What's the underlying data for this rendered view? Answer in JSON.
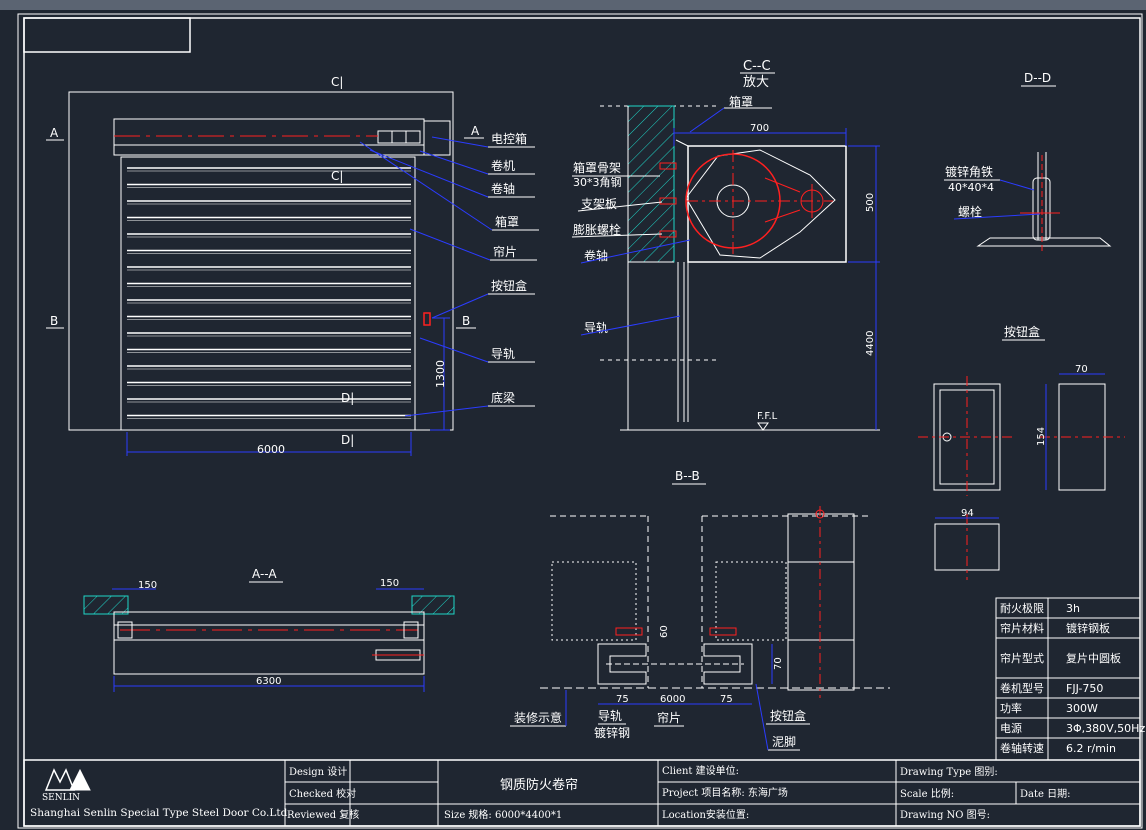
{
  "front": {
    "section_c": "C|",
    "section_c2": "C|",
    "section_d": "D|",
    "section_d2": "D|",
    "mark_a": "A",
    "mark_a2": "A",
    "mark_b": "B",
    "mark_b2": "B",
    "dim_width": "6000",
    "dim_button_height": "1300",
    "labels": [
      "电控箱",
      "卷机",
      "卷轴",
      "箱罩",
      "帘片",
      "按钮盒",
      "导轨",
      "底梁"
    ]
  },
  "cc": {
    "title": "C--C",
    "subtitle": "放大",
    "box_label": "箱罩",
    "dim_700": "700",
    "dim_500": "500",
    "dim_4400": "4400",
    "ffl": "F.F.L",
    "label_frame": "箱罩骨架",
    "label_frame_spec": "30*3角钢",
    "label_bracket": "支架板",
    "label_bolt": "膨胀螺栓",
    "label_shaft": "卷轴",
    "label_rail": "导轨"
  },
  "dd": {
    "title": "D--D",
    "label_angle": "镀锌角铁",
    "label_angle_spec": "40*40*4",
    "label_bolt": "螺栓"
  },
  "buttonbox": {
    "title": "按钮盒",
    "dim_70": "70",
    "dim_154": "154",
    "dim_94": "94"
  },
  "aa": {
    "title": "A--A",
    "dim_150_left": "150",
    "dim_150_right": "150",
    "dim_6300": "6300"
  },
  "bb": {
    "title": "B--B",
    "dim_60": "60",
    "dim_70": "70",
    "dim_75_left": "75",
    "dim_6000": "6000",
    "dim_75_right": "75",
    "label_decor": "装修示意",
    "label_rail": "导轨",
    "label_rail2": "镀锌钢",
    "label_slat": "帘片",
    "label_buttonbox": "按钮盒",
    "label_footing": "泥脚"
  },
  "specs": [
    {
      "key": "耐火极限",
      "value": "3h"
    },
    {
      "key": "帘片材料",
      "value": "镀锌钢板"
    },
    {
      "key": "帘片型式",
      "value": "复片中圆板"
    },
    {
      "key": "卷机型号",
      "value": "FJJ-750"
    },
    {
      "key": "功率",
      "value": "300W"
    },
    {
      "key": "电源",
      "value": "3Φ,380V,50Hz"
    },
    {
      "key": "卷轴转速",
      "value": "6.2 r/min"
    }
  ],
  "titleblock": {
    "company": "Shanghai Senlin Special Type Steel Door Co.Ltd",
    "logo_text": "SENLIN",
    "design": "Design  设计",
    "checked": "Checked 校对",
    "reviewed": "Reviewed 复核",
    "drawing_title": "钢质防火卷帘",
    "size": "Size 规格:  6000*4400*1",
    "client": "Client  建设单位:",
    "project": "Project 项目名称: 东海广场",
    "location": "Location安装位置:",
    "drawing_type": "Drawing Type 图别:",
    "scale": "Scale  比例:",
    "date": "Date  日期:",
    "drawing_no": "Drawing  NO 图号:"
  },
  "colors": {
    "background": "#1f2631",
    "line_white": "#ffffff",
    "dim_blue": "#2b3cff",
    "hatch_cyan": "#1fd6c8",
    "center_red": "#ff2020"
  }
}
